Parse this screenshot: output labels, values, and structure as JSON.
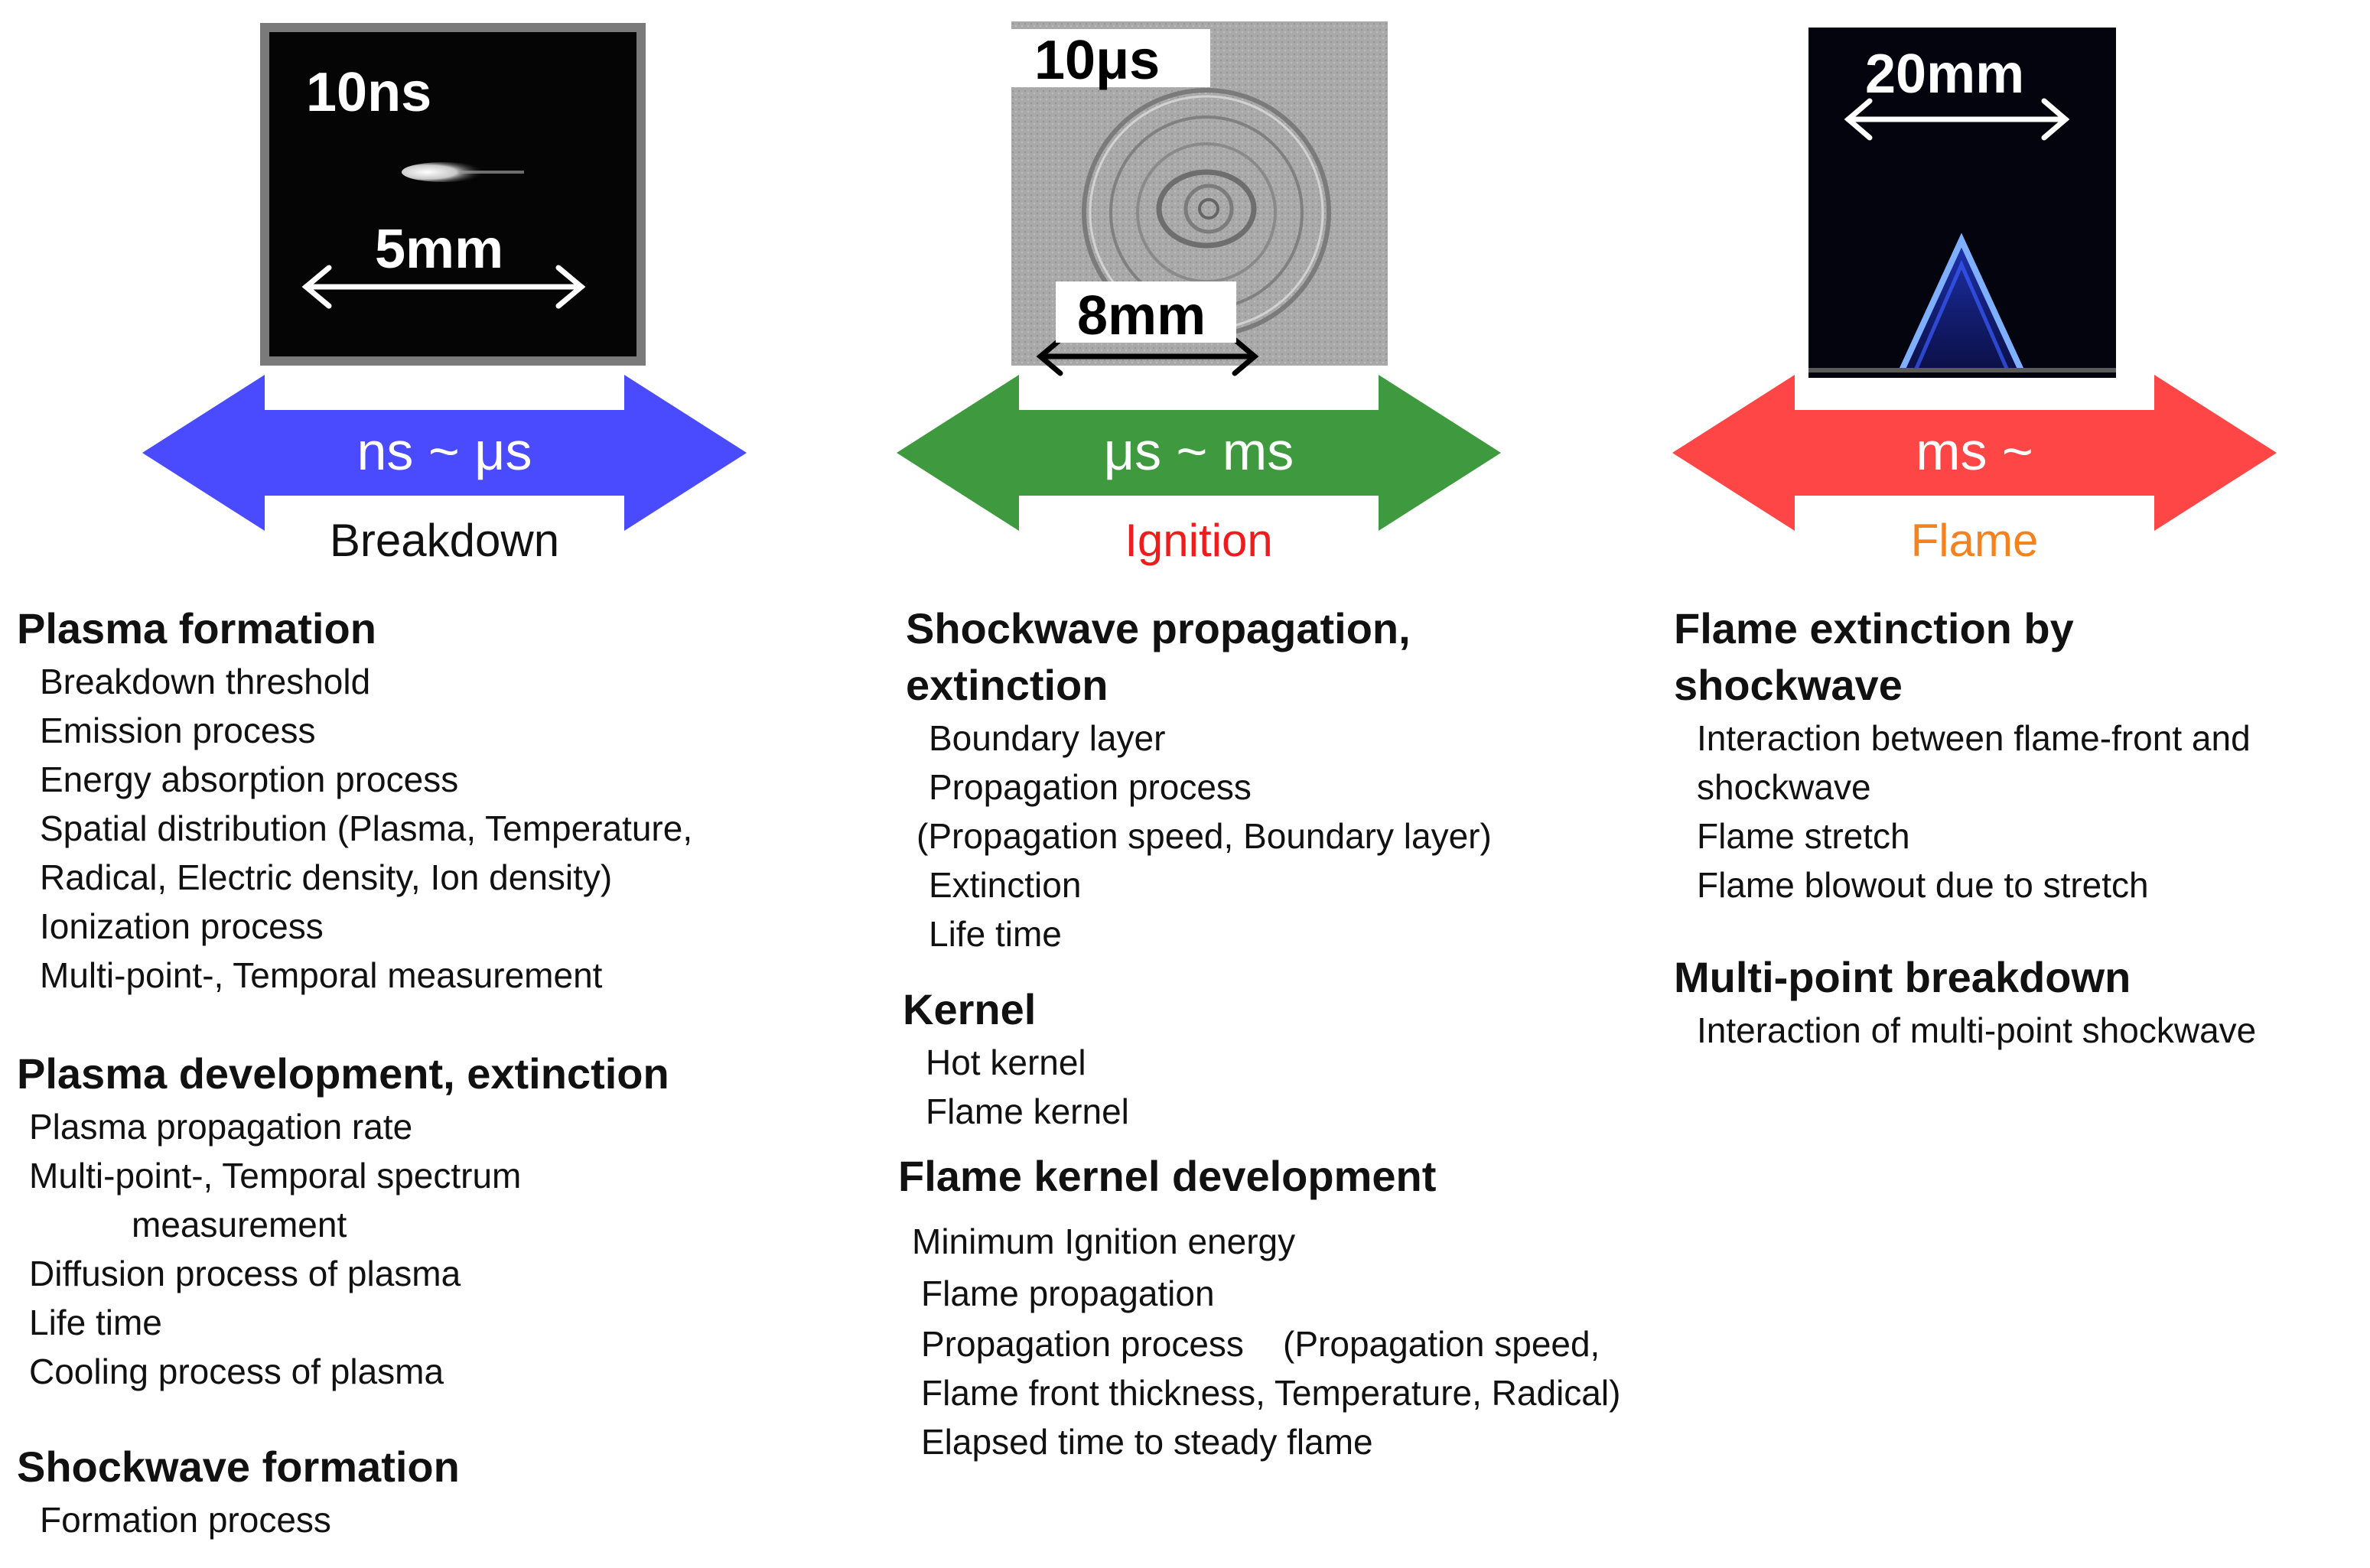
{
  "images": {
    "breakdown": {
      "time_label": "10ns",
      "scale_label": "5mm"
    },
    "ignition": {
      "time_label": "10μs",
      "scale_label": "8mm"
    },
    "flame": {
      "scale_label": "20mm"
    }
  },
  "arrows": [
    {
      "range": "ns ~ μs",
      "phase": "Breakdown",
      "color": "#4a4aff",
      "phase_color": "#111111"
    },
    {
      "range": "μs ~ ms",
      "phase": "Ignition",
      "color": "#3f9a3f",
      "phase_color": "#ee1c1c"
    },
    {
      "range": "ms ~",
      "phase": "Flame",
      "color": "#ff4646",
      "phase_color": "#f58220"
    }
  ],
  "columns": {
    "breakdown": {
      "sections": [
        {
          "heading": "Plasma formation",
          "items": [
            "Breakdown threshold",
            "Emission process",
            "Energy absorption process",
            "Spatial distribution (Plasma, Temperature,",
            "Radical, Electric density, Ion density)",
            "Ionization process",
            "Multi-point-, Temporal measurement"
          ]
        },
        {
          "heading": "Plasma development, extinction",
          "items": [
            "Plasma propagation rate",
            "Multi-point-, Temporal spectrum",
            "measurement",
            "Diffusion process of plasma",
            "Life time",
            "Cooling process of plasma"
          ]
        },
        {
          "heading": "Shockwave formation",
          "items": [
            "Formation process"
          ]
        }
      ]
    },
    "ignition": {
      "sections": [
        {
          "heading_lines": [
            "Shockwave propagation,",
            "extinction"
          ],
          "items": [
            "Boundary layer",
            "Propagation process",
            "(Propagation speed, Boundary layer)",
            "Extinction",
            "Life time"
          ]
        },
        {
          "heading": "Kernel",
          "items": [
            "Hot kernel",
            "Flame kernel"
          ]
        },
        {
          "heading": "Flame kernel development",
          "items": [
            "Minimum Ignition energy",
            "Flame propagation",
            "Propagation process    (Propagation speed,",
            "Flame front thickness, Temperature, Radical)",
            "Elapsed time to steady flame"
          ]
        }
      ]
    },
    "flame": {
      "sections": [
        {
          "heading_lines": [
            "Flame extinction by",
            "shockwave"
          ],
          "items": [
            "Interaction between flame-front and",
            "shockwave",
            "Flame stretch",
            "Flame blowout due to stretch"
          ]
        },
        {
          "heading": "Multi-point breakdown",
          "items": [
            "Interaction of multi-point shockwave"
          ]
        }
      ]
    }
  }
}
